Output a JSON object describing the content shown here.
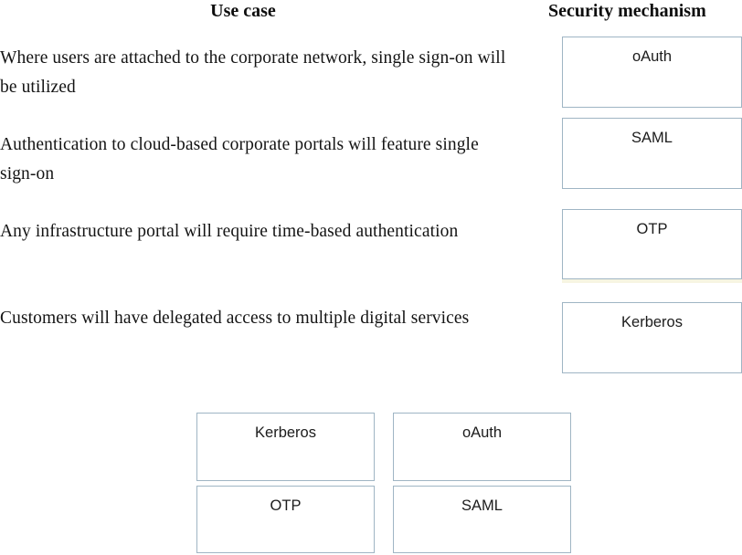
{
  "headers": {
    "use_case": "Use case",
    "security_mechanism": "Security mechanism"
  },
  "use_cases": [
    {
      "text": "Where users are attached to the corporate network, single sign-on will be utilized"
    },
    {
      "text": "Authentication to cloud-based corporate portals will feature single sign-on"
    },
    {
      "text": "Any infrastructure portal will require time-based authentication"
    },
    {
      "text": "Customers will have delegated access to multiple digital services"
    }
  ],
  "answer_slots": [
    {
      "label": "oAuth"
    },
    {
      "label": "SAML"
    },
    {
      "label": "OTP"
    },
    {
      "label": "Kerberos"
    }
  ],
  "answer_bank": [
    {
      "label": "Kerberos"
    },
    {
      "label": "oAuth"
    },
    {
      "label": "OTP"
    },
    {
      "label": "SAML"
    }
  ],
  "colors": {
    "box_border": "#9fb5c4",
    "box_fill": "#ffffff",
    "text": "#1a1a1a",
    "page_background": "#ffffff"
  }
}
